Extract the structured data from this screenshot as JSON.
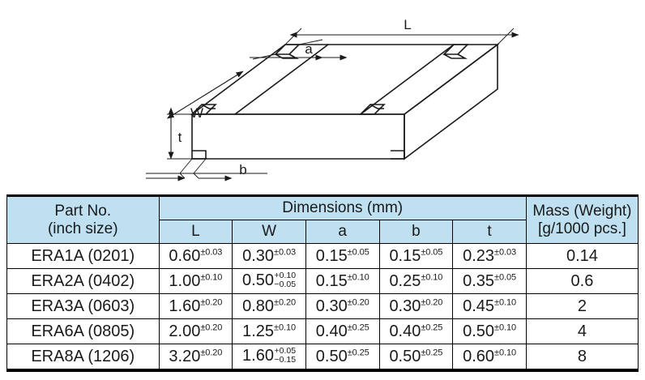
{
  "diagram": {
    "title": "chip-resistor-isometric",
    "labels": {
      "length": "L",
      "width": "W",
      "electrode_top": "a",
      "thickness": "t",
      "electrode_bottom": "b"
    }
  },
  "table": {
    "header": {
      "part_no_line1": "Part No.",
      "part_no_line2": "(inch size)",
      "dimensions_group": "Dimensions (mm)",
      "mass_line1": "Mass (Weight)",
      "mass_line2": "[g/1000 pcs.]",
      "columns": [
        "L",
        "W",
        "a",
        "b",
        "t"
      ]
    },
    "rows": [
      {
        "part_no": "ERA1A (0201)",
        "L": {
          "nominal": "0.60",
          "tol": "±0.03"
        },
        "W": {
          "nominal": "0.30",
          "tol": "±0.03"
        },
        "a": {
          "nominal": "0.15",
          "tol": "±0.05"
        },
        "b": {
          "nominal": "0.15",
          "tol": "±0.05"
        },
        "t": {
          "nominal": "0.23",
          "tol": "±0.03"
        },
        "mass": "0.14"
      },
      {
        "part_no": "ERA2A (0402)",
        "L": {
          "nominal": "1.00",
          "tol": "±0.10"
        },
        "W": {
          "nominal": "0.50",
          "tol_up": "+0.10",
          "tol_dn": "−0.05"
        },
        "a": {
          "nominal": "0.15",
          "tol": "±0.10"
        },
        "b": {
          "nominal": "0.25",
          "tol": "±0.10"
        },
        "t": {
          "nominal": "0.35",
          "tol": "±0.05"
        },
        "mass": "0.6"
      },
      {
        "part_no": "ERA3A (0603)",
        "L": {
          "nominal": "1.60",
          "tol": "±0.20"
        },
        "W": {
          "nominal": "0.80",
          "tol": "±0.20"
        },
        "a": {
          "nominal": "0.30",
          "tol": "±0.20"
        },
        "b": {
          "nominal": "0.30",
          "tol": "±0.20"
        },
        "t": {
          "nominal": "0.45",
          "tol": "±0.10"
        },
        "mass": "2"
      },
      {
        "part_no": "ERA6A (0805)",
        "L": {
          "nominal": "2.00",
          "tol": "±0.20"
        },
        "W": {
          "nominal": "1.25",
          "tol": "±0.10"
        },
        "a": {
          "nominal": "0.40",
          "tol": "±0.25"
        },
        "b": {
          "nominal": "0.40",
          "tol": "±0.25"
        },
        "t": {
          "nominal": "0.50",
          "tol": "±0.10"
        },
        "mass": "4"
      },
      {
        "part_no": "ERA8A (1206)",
        "L": {
          "nominal": "3.20",
          "tol": "±0.20"
        },
        "W": {
          "nominal": "1.60",
          "tol_up": "+0.05",
          "tol_dn": "−0.15"
        },
        "a": {
          "nominal": "0.50",
          "tol": "±0.25"
        },
        "b": {
          "nominal": "0.50",
          "tol": "±0.25"
        },
        "t": {
          "nominal": "0.60",
          "tol": "±0.10"
        },
        "mass": "8"
      }
    ]
  },
  "colors": {
    "header_background": "#bfe0f0",
    "line": "#1a1a1a",
    "page_background": "#ffffff"
  }
}
